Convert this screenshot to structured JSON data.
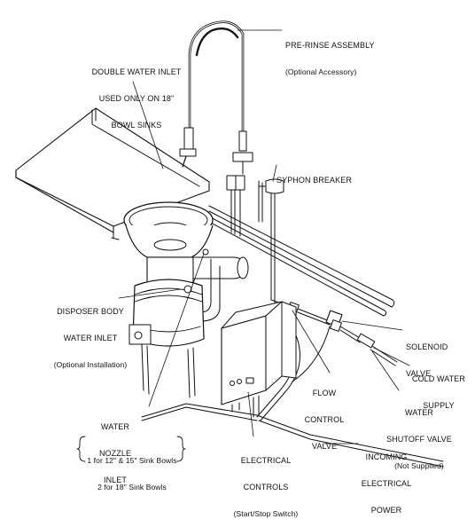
{
  "labels": {
    "pre_rinse": {
      "title": "PRE-RINSE ASSEMBLY",
      "note": "(Optional Accessory)"
    },
    "double_inlet": {
      "lines": [
        "DOUBLE WATER INLET",
        "USED ONLY ON 18\"",
        "BOWL SINKS"
      ]
    },
    "syphon_breaker": {
      "title": "SYPHON BREAKER"
    },
    "disposer_inlet": {
      "lines": [
        "DISPOSER BODY",
        "WATER INLET"
      ],
      "note": "(Optional Installation)"
    },
    "solenoid": {
      "lines": [
        "SOLENOID",
        "VALVE"
      ]
    },
    "cold_water": {
      "lines": [
        "COLD WATER",
        "SUPPLY"
      ]
    },
    "flow_control": {
      "lines": [
        "FLOW",
        "CONTROL",
        "VALVE"
      ]
    },
    "shutoff": {
      "lines": [
        "WATER",
        "SHUTOFF VALVE"
      ],
      "note": "(Not Supplied)"
    },
    "nozzle": {
      "lines": [
        "WATER",
        "NOZZLE",
        "INLET"
      ],
      "notes": [
        "1 for 12\" & 15\" Sink Bowls",
        "2 for 18\" Sink Bowls"
      ]
    },
    "electrical": {
      "lines": [
        "ELECTRICAL",
        "CONTROLS"
      ],
      "note": "(Start/Stop Switch)"
    },
    "power": {
      "lines": [
        "INCOMING",
        "ELECTRICAL",
        "POWER"
      ]
    }
  }
}
